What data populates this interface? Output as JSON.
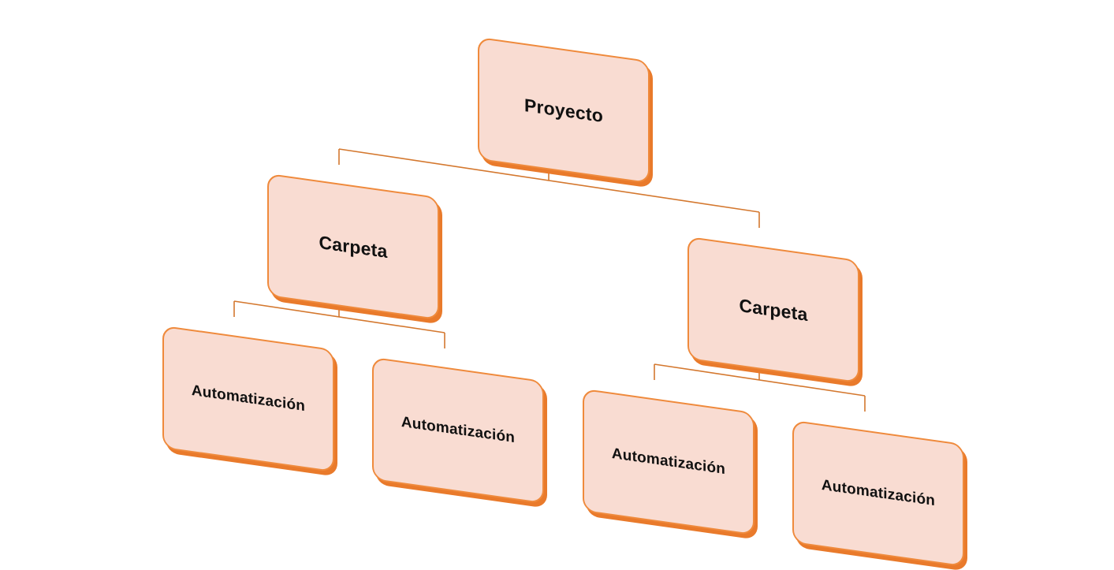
{
  "diagram": {
    "root": {
      "label": "Proyecto"
    },
    "folders": [
      {
        "label": "Carpeta"
      },
      {
        "label": "Carpeta"
      }
    ],
    "automations": [
      {
        "label": "Automatización"
      },
      {
        "label": "Automatización"
      },
      {
        "label": "Automatización"
      },
      {
        "label": "Automatización"
      }
    ],
    "colors": {
      "node_fill": "#f9dcd2",
      "node_border": "#ef8a3c",
      "node_shadow": "#e97a2b",
      "connector": "#d4782f",
      "text": "#111111"
    }
  }
}
